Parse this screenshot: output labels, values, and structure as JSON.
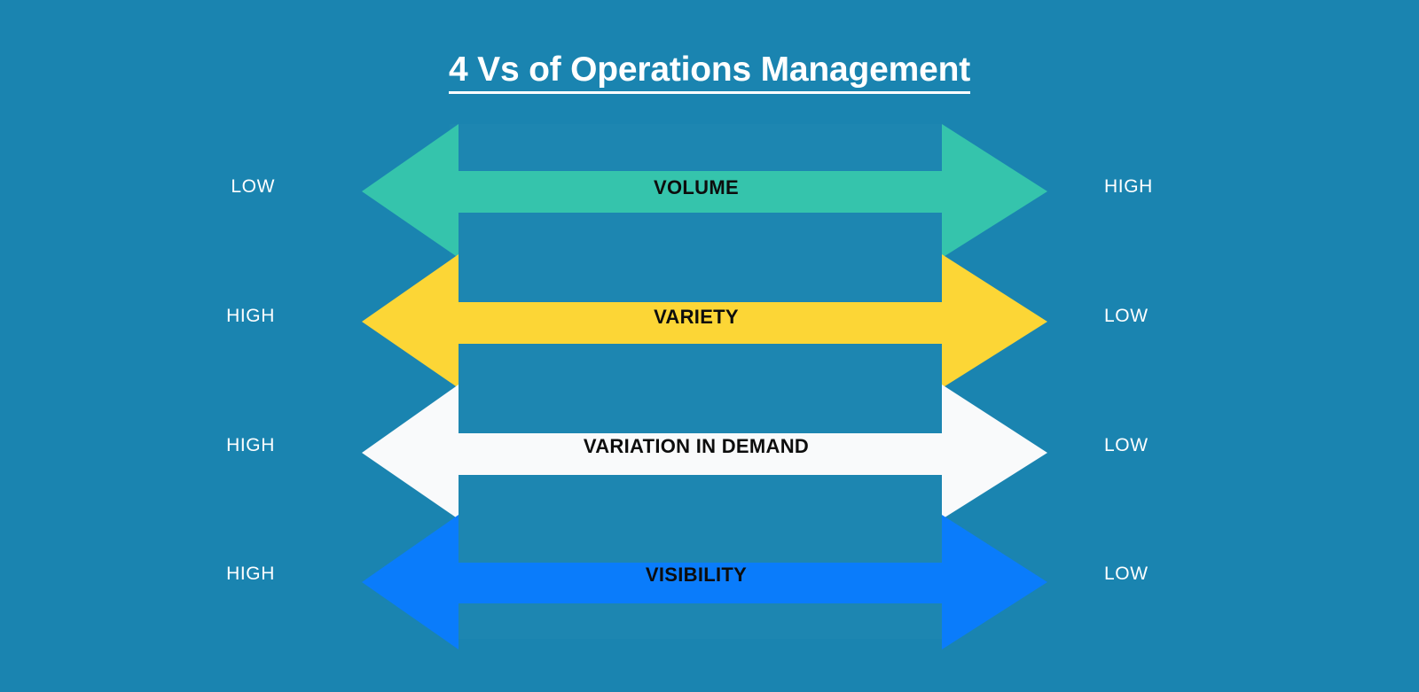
{
  "page": {
    "background_color": "#1a84b0",
    "title": "4 Vs of Operations Management",
    "title_color": "#ffffff"
  },
  "chart_data": {
    "type": "diagram",
    "title": "4 Vs of Operations Management",
    "description": "Four horizontal double-headed arrows, each representing one of the 4 Vs of Operations Management, with a LOW/HIGH scale label at each end.",
    "rows": [
      {
        "id": "volume",
        "label": "VOLUME",
        "left_label": "LOW",
        "right_label": "HIGH",
        "color": "#35c4ac",
        "label_color": "#0d0d0d"
      },
      {
        "id": "variety",
        "label": "VARIETY",
        "left_label": "HIGH",
        "right_label": "LOW",
        "color": "#fcd636",
        "label_color": "#0d0d0d"
      },
      {
        "id": "variation-in-demand",
        "label": "VARIATION IN DEMAND",
        "left_label": "HIGH",
        "right_label": "LOW",
        "color": "#f9fafb",
        "label_color": "#0d0d0d"
      },
      {
        "id": "visibility",
        "label": "VISIBILITY",
        "left_label": "HIGH",
        "right_label": "LOW",
        "color": "#0a7cfb",
        "label_color": "#0d0d0d"
      }
    ]
  }
}
